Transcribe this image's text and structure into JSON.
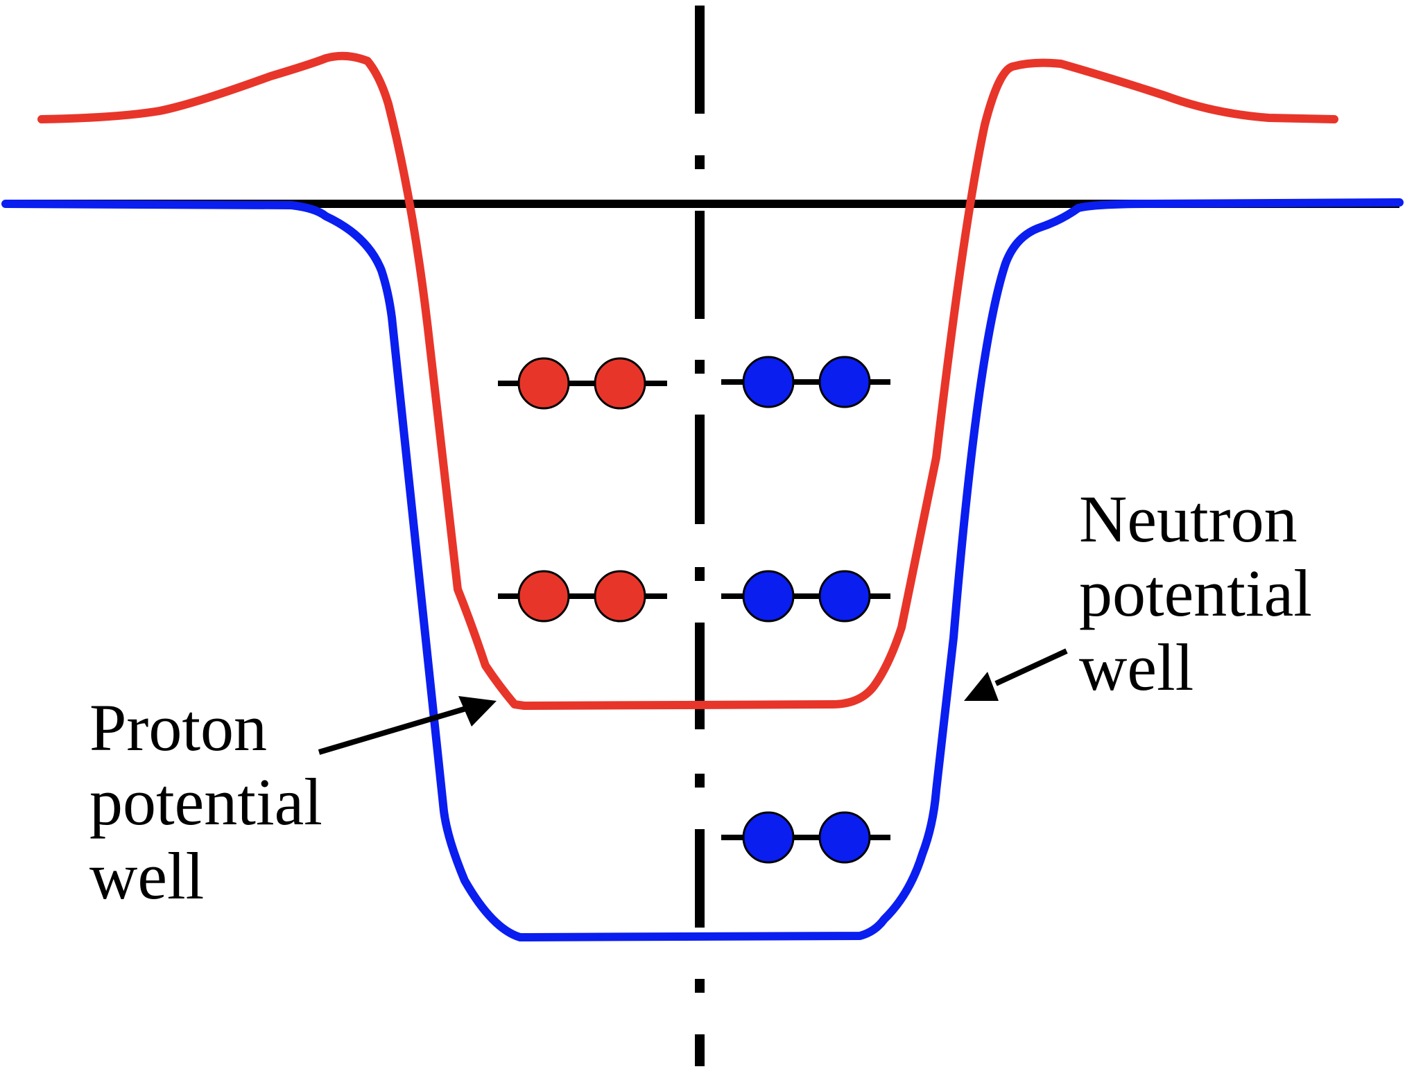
{
  "labels": {
    "proton": [
      "Proton",
      "potential",
      "well"
    ],
    "neutron": [
      "Neutron",
      "potential",
      "well"
    ]
  },
  "colors": {
    "proton": "#e8352a",
    "neutron": "#0a1ef0",
    "line": "#000000",
    "background": "#ffffff"
  },
  "levels": {
    "proton_pairs": 2,
    "neutron_pairs": 3
  }
}
